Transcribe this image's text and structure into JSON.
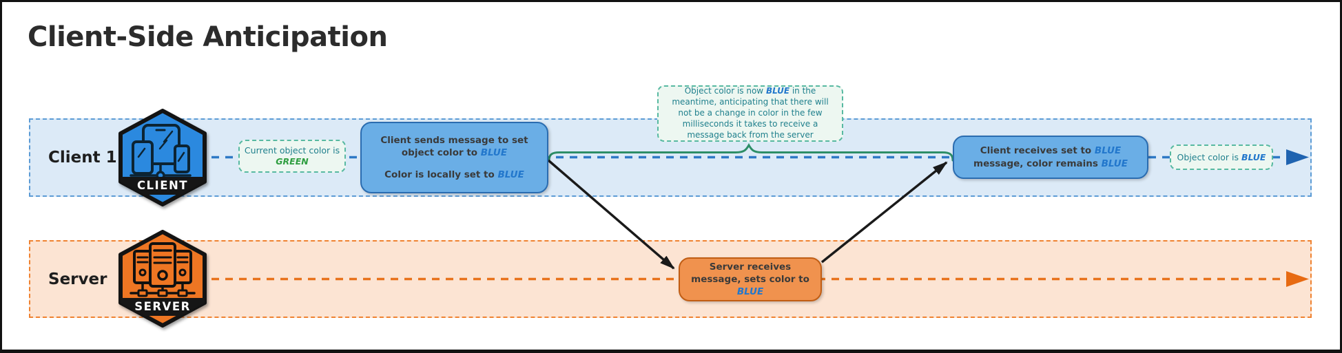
{
  "title": "Client-Side Anticipation",
  "colors": {
    "client_accent": "#2e79c6",
    "client_lane_bg": "#dceaf7",
    "client_box_bg": "#6aaee6",
    "client_hexagon": "#2b89df",
    "server_accent": "#e8721c",
    "server_lane_bg": "#fce4d3",
    "server_box_bg": "#f0924e",
    "server_hexagon": "#ee7623",
    "note_bg": "#edf7f1",
    "note_border": "#57b9a1",
    "note_text": "#20808d",
    "brace_green": "#2d8e67",
    "highlight_blue": "#2277cc",
    "highlight_green": "#2f9e41",
    "arrow_black": "#1a1a1a"
  },
  "icons": {
    "client_badge_icon": "client-devices-hexagon-icon",
    "server_badge_icon": "server-racks-hexagon-icon",
    "client_flow_end": "blue-right-arrowhead-icon",
    "server_flow_end": "orange-right-arrowhead-icon"
  },
  "client_lane": {
    "label": "Client 1",
    "badge": "CLIENT",
    "start_note": [
      {
        "t": "Current object color is "
      },
      {
        "t": "GREEN",
        "hl": "green"
      }
    ],
    "send_box": {
      "p1": [
        {
          "t": "Client sends message to set object color to "
        },
        {
          "t": "BLUE",
          "hl": "blue"
        }
      ],
      "p2": [
        {
          "t": "Color is locally set to "
        },
        {
          "t": "BLUE",
          "hl": "blue"
        }
      ]
    },
    "callout": [
      {
        "t": "Object color is now "
      },
      {
        "t": "BLUE",
        "hl": "blue"
      },
      {
        "t": " in the meantime, anticipating that there will not be a change in color in the few milliseconds it takes to receive a message back from the server"
      }
    ],
    "receive_box": [
      {
        "t": "Client receives set to "
      },
      {
        "t": "BLUE",
        "hl": "blue"
      },
      {
        "t": " message, color remains "
      },
      {
        "t": "BLUE",
        "hl": "blue"
      }
    ],
    "end_note": [
      {
        "t": "Object color is "
      },
      {
        "t": "BLUE",
        "hl": "blue"
      }
    ]
  },
  "server_lane": {
    "label": "Server",
    "badge": "SERVER",
    "receive_box": [
      {
        "t": "Server receives message, sets color to "
      },
      {
        "t": "BLUE",
        "hl": "blue"
      }
    ]
  }
}
